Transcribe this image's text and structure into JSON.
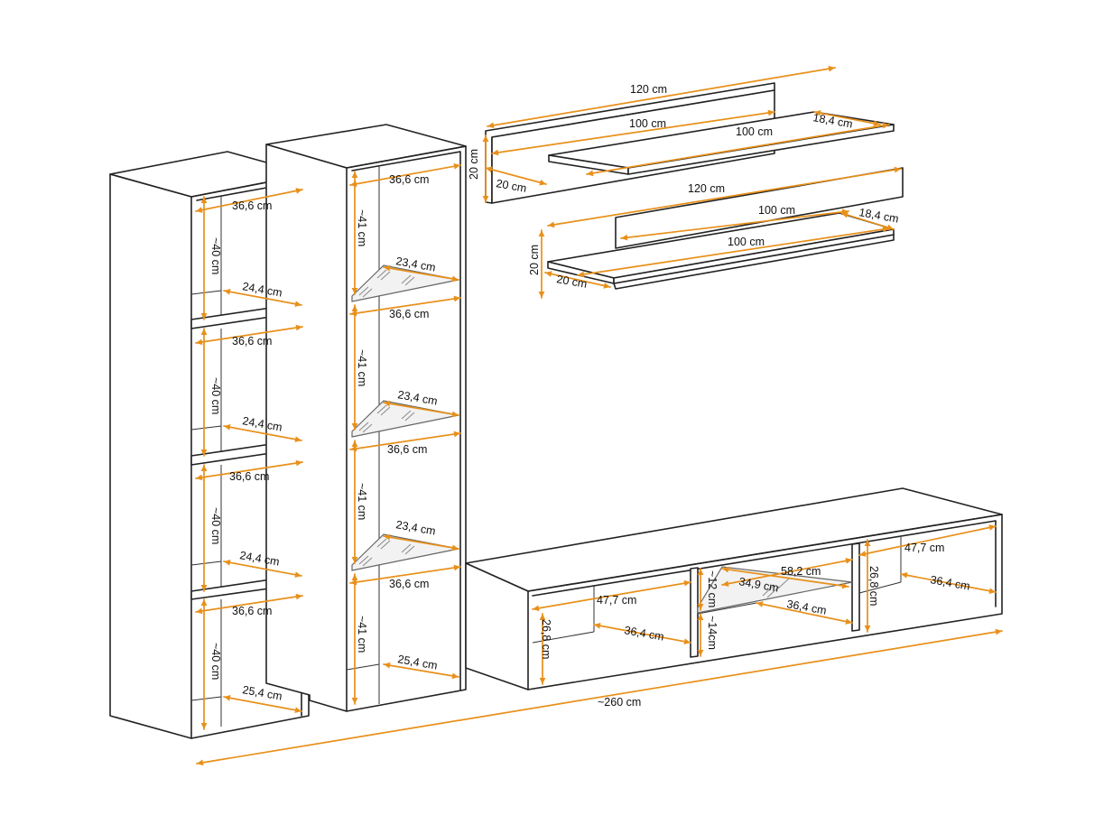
{
  "colors": {
    "dimension": "#E8901A",
    "outline": "#222222",
    "background": "#FFFFFF",
    "glass": "#F2F2F2"
  },
  "labels": {
    "total_width": "~260 cm",
    "shelf_a_width": "120 cm",
    "shelf_a_back_len": "100 cm",
    "shelf_a_front_len": "100 cm",
    "shelf_a_depth": "18,4 cm",
    "shelf_a_height": "20 cm",
    "shelf_a_sub": "20 cm",
    "shelf_b_width": "120 cm",
    "shelf_b_back_len": "100 cm",
    "shelf_b_front_len": "100 cm",
    "shelf_b_depth": "18,4 cm",
    "shelf_b_height": "20 cm",
    "shelf_b_sub": "20 cm",
    "left_width_1": "36,6 cm",
    "left_height_1": "~40 cm",
    "left_depth_1": "24,4 cm",
    "left_width_2": "36,6 cm",
    "left_height_2": "~40 cm",
    "left_depth_2": "24,4 cm",
    "left_width_3": "36,6 cm",
    "left_height_3": "~40 cm",
    "left_depth_3": "24,4 cm",
    "left_width_4": "36,6 cm",
    "left_height_4": "~40 cm",
    "left_depth_4": "25,4 cm",
    "mid_width_1": "36,6 cm",
    "mid_height_1": "~41 cm",
    "mid_glass_1": "23,4 cm",
    "mid_width_2": "36,6 cm",
    "mid_height_2": "~41 cm",
    "mid_glass_2": "23,4 cm",
    "mid_width_3": "36,6 cm",
    "mid_height_3": "~41 cm",
    "mid_glass_3": "23,4 cm",
    "mid_width_4": "36,6 cm",
    "mid_height_4": "~41 cm",
    "mid_depth_4": "25,4 cm",
    "tv_left_width": "47,7 cm",
    "tv_left_height": "26,8 cm",
    "tv_left_depth": "36,4 cm",
    "tv_mid_width": "58,2 cm",
    "tv_mid_glass": "34,9 cm",
    "tv_mid_depth": "36,4 cm",
    "tv_mid_top_h": "~12 cm",
    "tv_mid_bottom_h": "~14cm",
    "tv_right_width": "47,7 cm",
    "tv_right_height": "26,8 cm",
    "tv_right_depth": "36,4 cm"
  }
}
